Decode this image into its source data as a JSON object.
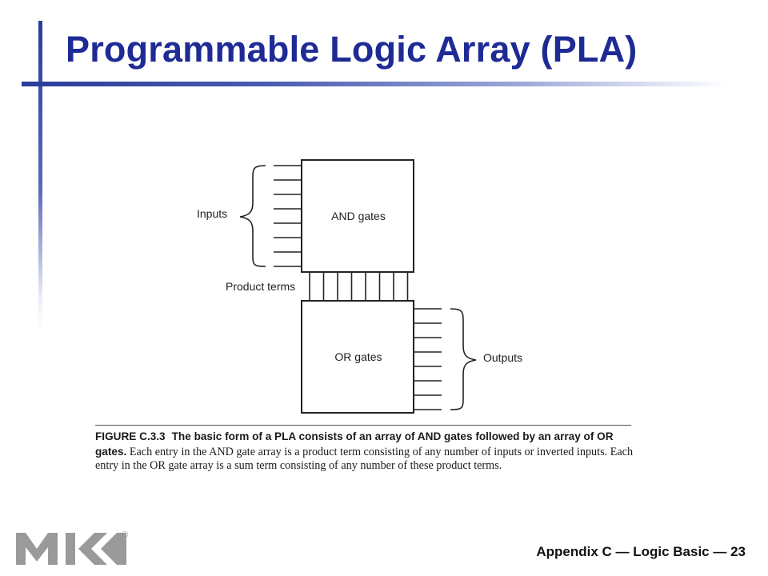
{
  "slide": {
    "title": "Programmable Logic Array (PLA)",
    "footer": "Appendix  C — Logic Basic — 23"
  },
  "diagram": {
    "and_block_label": "AND gates",
    "or_block_label": "OR gates",
    "inputs_label": "Inputs",
    "product_terms_label": "Product terms",
    "outputs_label": "Outputs",
    "input_line_count": 8,
    "product_term_line_count": 8,
    "output_line_count": 8
  },
  "caption": {
    "figure_label": "FIGURE C.3.3",
    "bold_text": "The basic form of a PLA consists of an array of AND gates followed by an array of OR gates.",
    "body_text": "Each entry in the AND gate array is a product term consisting of any number of inputs or inverted inputs. Each entry in the OR gate array is a sum term consisting of any number of these product terms."
  },
  "logo": {
    "name": "mk-publisher-logo",
    "mark": "®",
    "color": "#9a9a9a"
  },
  "colors": {
    "title": "#1f2b95",
    "accent": "#2a3c9a"
  }
}
